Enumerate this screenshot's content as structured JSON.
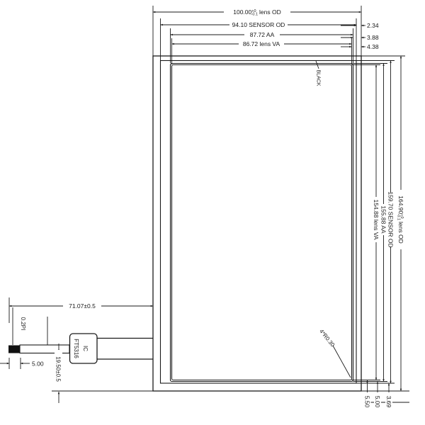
{
  "drawing": {
    "type": "touch-panel-dimension-drawing",
    "line_color": "#1a1a1a",
    "background": "#ffffff",
    "dims": {
      "lens_od_w": {
        "value": "100.00",
        "tol_plus": "+0",
        "tol_minus": "-0.1",
        "suffix": "lens OD"
      },
      "sensor_od_w": "94.10 SENSOR OD",
      "aa_w": "87.72 AA",
      "lens_va_w": "86.72 lens VA",
      "edge_sensor": "2.34",
      "edge_aa": "3.88",
      "edge_va": "4.38",
      "lens_va_h": "154.88 lens VA",
      "aa_h": "155.88 AA",
      "sensor_od_h": "159.70 SENSOR OD",
      "lens_od_h": {
        "value": "164.90",
        "tol_plus": "+0",
        "tol_minus": "-0.1",
        "suffix": "lens OD"
      },
      "bottom_va": "5.50",
      "bottom_aa": "5.00",
      "bottom_sensor": "3.69",
      "fpc_length": "71.07±0.5",
      "fpc_width": "19.50±0.5",
      "stiffener_len": "5.00",
      "pitch": "0.2PI"
    },
    "labels": {
      "black_border": "BLACK",
      "corner_radius": "4*R0.30",
      "ic_name": "IC",
      "ic_part": "FT5316"
    }
  }
}
